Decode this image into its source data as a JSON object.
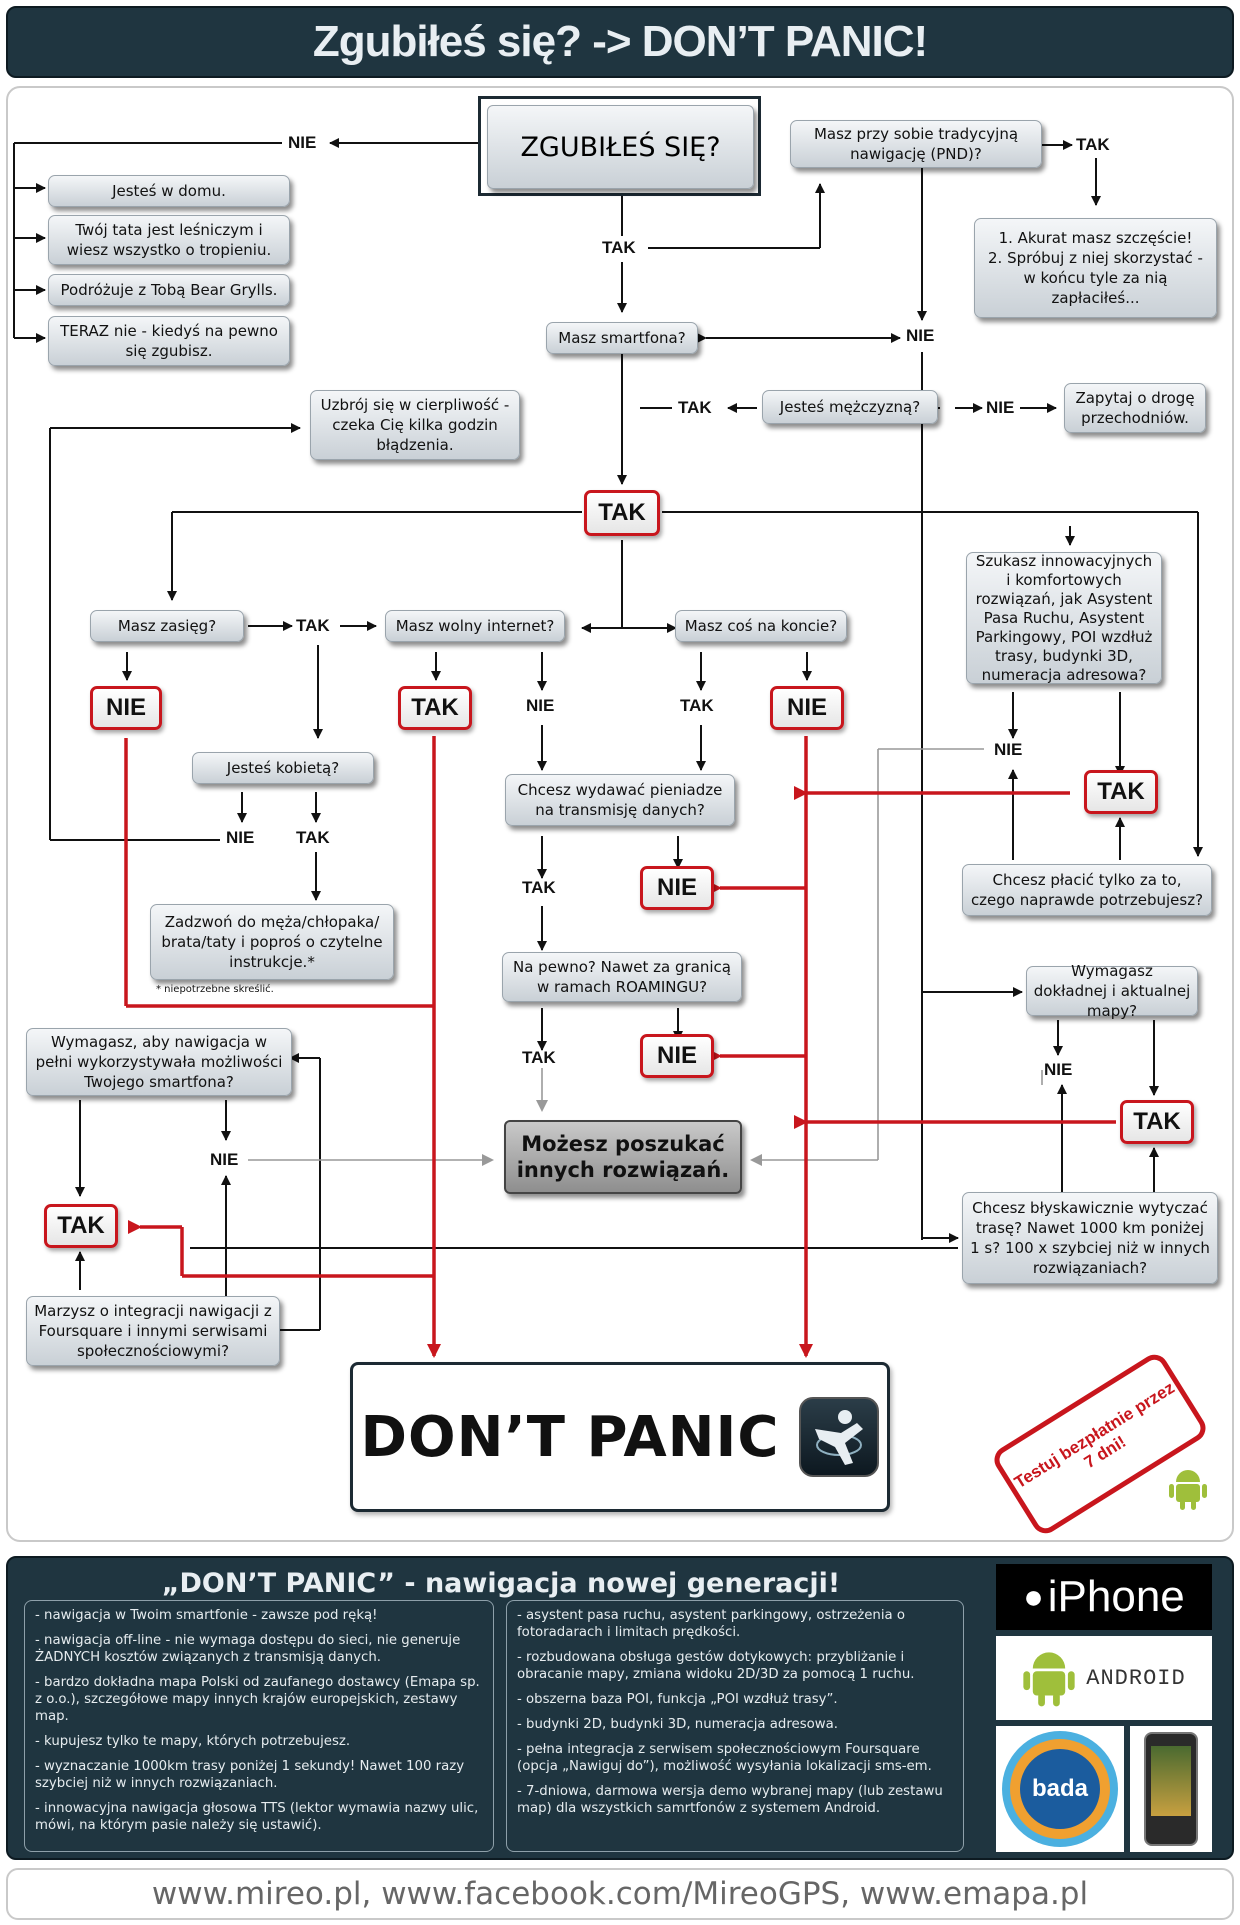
{
  "title": "Zgubiłeś się? -> DON’T PANIC!",
  "nodes": {
    "start": "ZGUBIŁEŚ SIĘ?",
    "pnd_q": "Masz przy sobie tradycyjną nawigację (PND)?",
    "pnd_yes": "1. Akurat masz szczęście!\n2. Spróbuj z niej skorzystać - w końcu tyle za nią zapłaciłeś...",
    "home": "Jesteś w domu.",
    "dad": "Twój tata jest leśniczym i wiesz wszystko o tropieniu.",
    "grylls": "Podróżuje z Tobą Bear Grylls.",
    "now": "TERAZ nie - kiedyś na pewno się zgubisz.",
    "smartphone_q": "Masz smartfona?",
    "man_q": "Jesteś mężczyzną?",
    "ask_way": "Zapytaj o drogę przechodniów.",
    "patience": "Uzbrój się w cierpliwość - czeka Cię kilka godzin błądzenia.",
    "signal_q": "Masz zasięg?",
    "internet_q": "Masz wolny internet?",
    "account_q": "Masz coś na koncie?",
    "innov_q": "Szukasz innowacyjnych i komfortowych rozwiązań, jak Asystent Pasa Ruchu, Asystent Parkingowy, POI wzdłuż trasy, budynki 3D, numeracja adresowa?",
    "woman_q": "Jesteś kobietą?",
    "spend_q": "Chcesz wydawać pieniadze na transmisję danych?",
    "pay_q": "Chcesz płacić tylko za to, czego naprawde potrzebujesz?",
    "call": "Zadzwoń do męża/chłopaka/ brata/taty i poproś o czytelne instrukcje.*",
    "footnote": "* niepotrzebne skreślić.",
    "roaming_q": "Na pewno? Nawet za granicą w ramach ROAMINGU?",
    "map_q": "Wymagasz dokładnej i aktualnej mapy?",
    "full_q": "Wymagasz, aby nawigacja w pełni wykorzystywała możliwości Twojego smartfona?",
    "other": "Możesz poszukać innych rozwiązań.",
    "fast_q": "Chcesz błyskawicznie wytyczać trasę? Nawet 1000 km poniżej 1 s? 100 x szybciej niż w innych rozwiązaniach?",
    "foursquare_q": "Marzysz o integracji nawigacji z Foursquare i innymi serwisami społecznościowymi?",
    "panic": "DON’T PANIC",
    "trial": "Testuj bezpłatnie przez 7 dni!"
  },
  "labels": {
    "tak": "TAK",
    "nie": "NIE"
  },
  "bottom": {
    "title": "„DON’T PANIC” - nawigacja nowej generacji!",
    "left": [
      "- nawigacja w Twoim smartfonie - zawsze pod ręką!",
      "- nawigacja off-line - nie wymaga dostępu do sieci, nie generuje ŻADNYCH kosztów związanych z transmisją danych.",
      "- bardzo dokładna mapa Polski od zaufanego dostawcy (Emapa sp. z o.o.), szczegółowe mapy innych krajów europejskich, zestawy map.",
      "- kupujesz tylko te mapy, których potrzebujesz.",
      "- wyznaczanie 1000km trasy poniżej 1 sekundy! Nawet 100 razy szybciej niż w innych rozwiązaniach.",
      "- innowacyjna nawigacja głosowa TTS (lektor wymawia nazwy ulic, mówi, na którym pasie należy się ustawić)."
    ],
    "right": [
      "- asystent pasa ruchu, asystent parkingowy, ostrzeżenia o fotoradarach i limitach prędkości.",
      "- rozbudowana obsługa gestów dotykowych: przybliżanie i obracanie mapy, zmiana widoku 2D/3D za pomocą 1 ruchu.",
      "- obszerna baza POI, funkcja „POI wzdłuż trasy”.",
      "- budynki 2D, budynki 3D, numeracja adresowa.",
      "- pełna integracja z serwisem społecznościowym Foursquare (opcja „Nawiguj do”), możliwość wysyłania lokalizacji sms-em.",
      "- 7-dniowa, darmowa wersja demo wybranej mapy (lub zestawu map) dla wszystkich samrtfonów z systemem Android."
    ],
    "logos": {
      "iphone": "iPhone",
      "android": "ANDROID",
      "bada": "bada"
    }
  },
  "footer": "www.mireo.pl, www.facebook.com/MireoGPS, www.emapa.pl",
  "colors": {
    "banner": "#1f3540",
    "red": "#c8161d",
    "grey_line": "#999999"
  }
}
